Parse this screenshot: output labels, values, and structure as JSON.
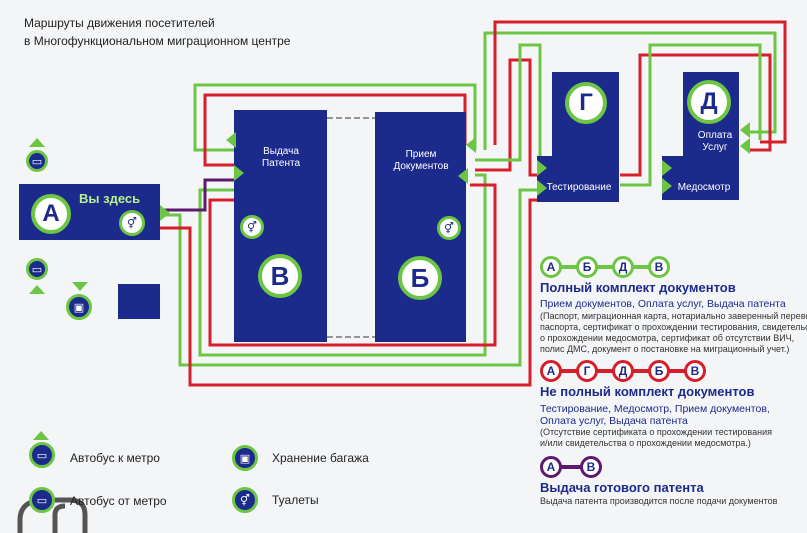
{
  "title": {
    "line1": "Маршруты движения посетителей",
    "line2": "в Многофункциональном миграционном центре"
  },
  "colors": {
    "block": "#1c2a8c",
    "green_route": "#6cc644",
    "red_route": "#d61f2b",
    "purple_route": "#5b1a6e"
  },
  "blocks": {
    "a": {
      "letter": "А",
      "label": "Вы здесь"
    },
    "b": {
      "letter": "В",
      "label_line1": "Выдача",
      "label_line2": "Патента"
    },
    "v": {
      "letter": "Б",
      "label_line1": "Прием",
      "label_line2": "Документов"
    },
    "g": {
      "letter": "Г",
      "label": "Тестирование"
    },
    "d": {
      "letter": "Д",
      "label_line1": "Оплата",
      "label_line2": "Услуг",
      "label2": "Медосмотр"
    }
  },
  "icons": {
    "bus": "bus-icon",
    "luggage": "luggage-icon",
    "toilet": "toilet-icon"
  },
  "legend": {
    "bus_to_metro": "Автобус  к метро",
    "bus_from_metro": "Автобус от метро",
    "luggage": "Хранение  багажа",
    "toilets": "Туалеты"
  },
  "route_full": {
    "seq": [
      "А",
      "Б",
      "Д",
      "В"
    ],
    "heading": "Полный комплект документов",
    "subheading": "Прием документов, Оплата услуг, Выдача патента",
    "note": [
      "(Паспорт, миграционная карта, нотариально заверенный перевод",
      "паспорта, сертификат о прохождении тестирования, свидетельство",
      "о прохождении медосмотра, сертификат об отсутствии ВИЧ,",
      "полис ДМС, документ о постановке на миграционный учет.)"
    ]
  },
  "route_partial": {
    "seq": [
      "А",
      "Г",
      "Д",
      "Б",
      "В"
    ],
    "heading": "Не полный комплект документов",
    "subheading_line1": "Тестирование, Медосмотр, Прием документов,",
    "subheading_line2": "Оплата услуг, Выдача патента",
    "note": [
      "(Отсутствие сертификата о прохождении тестирования",
      "и/или свидетельства о прохождении медосмотра.)"
    ]
  },
  "route_ready": {
    "seq": [
      "А",
      "В"
    ],
    "heading": "Выдача готового патента",
    "note": "Выдача патента производится после подачи документов"
  }
}
